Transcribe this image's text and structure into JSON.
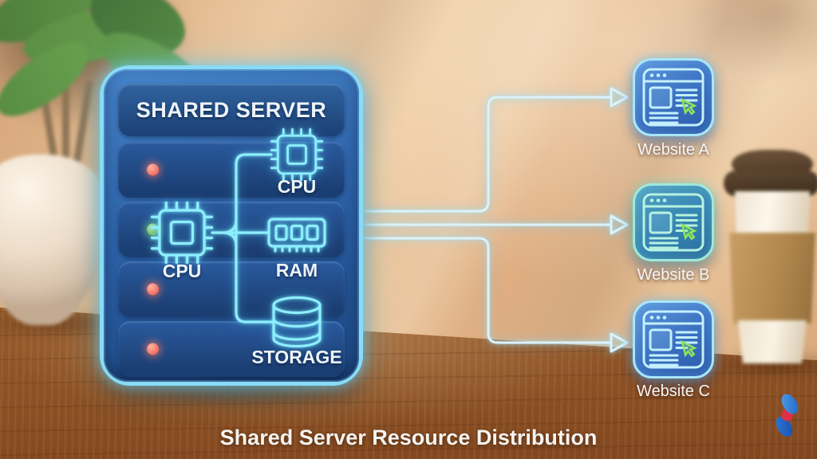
{
  "scene": {
    "caption": "Shared Server Resource Distribution"
  },
  "server": {
    "title": "SHARED SERVER",
    "components": {
      "cpu_top": "CPU",
      "cpu_left": "CPU",
      "ram": "RAM",
      "storage": "STORAGE"
    },
    "slots": [
      {
        "indicator": "red"
      },
      {
        "indicator": "green"
      },
      {
        "indicator": "red"
      },
      {
        "indicator": "red"
      }
    ]
  },
  "websites": [
    {
      "label": "Website A"
    },
    {
      "label": "Website B"
    },
    {
      "label": "Website C"
    }
  ],
  "connections": [
    {
      "from": "SHARED SERVER",
      "to": "Website A"
    },
    {
      "from": "SHARED SERVER",
      "to": "Website B"
    },
    {
      "from": "SHARED SERVER",
      "to": "Website C"
    }
  ],
  "colors": {
    "neon_cyan": "#8deeff",
    "arrow_line": "#dcf3fb",
    "server_border": "#88dcf6",
    "tile_border_blue": "#a9e6f8",
    "tile_border_teal": "#9fe9da",
    "indicator_red": "#ef6c5e",
    "indicator_green": "#74b95c",
    "cursor_green": "#8ee65c",
    "wall": "#e6bf95",
    "desk_wood": "#9a5f2c"
  }
}
